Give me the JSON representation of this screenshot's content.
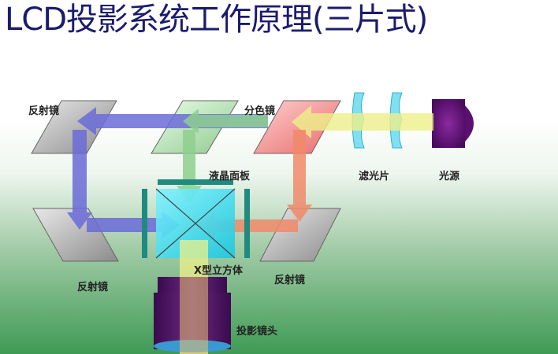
{
  "title": "LCD投影系统工作原理(三片式)",
  "labels": {
    "mirror_top_left": "反射镜",
    "dichroic": "分色镜",
    "lcd_panel": "液晶面板",
    "filter": "滤光片",
    "light_source": "光源",
    "mirror_bottom_left": "反射镜",
    "x_cube": "X型立方体",
    "mirror_bottom_right": "反射镜",
    "lens": "投影镜头"
  },
  "colors": {
    "blue_beam": "#6b6bd8",
    "green_beam": "#8fd08f",
    "red_beam": "#f08a6a",
    "yellow_beam": "#eef08a",
    "lcd_panel": "#1f8a80",
    "cube": "#40e0f0",
    "lens_body": "#5a1a6e",
    "mirror_gray": "#b0b0b0",
    "mirror_red": "#f08080",
    "mirror_green": "#90d890"
  }
}
